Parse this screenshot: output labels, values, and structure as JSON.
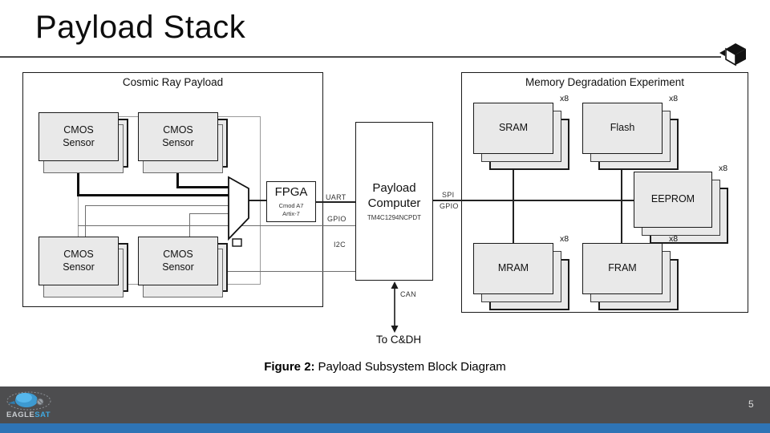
{
  "slide": {
    "title": "Payload Stack",
    "page_number": "5",
    "caption": {
      "prefix": "Figure 2:",
      "text": "Payload Subsystem Block Diagram"
    },
    "to_cdh": "To C&DH",
    "logo": {
      "name": "EAGLE",
      "accent": "SAT"
    }
  },
  "diagram": {
    "cosmic": {
      "title": "Cosmic Ray Payload",
      "sensors": [
        {
          "line1": "CMOS",
          "line2": "Sensor"
        },
        {
          "line1": "CMOS",
          "line2": "Sensor"
        },
        {
          "line1": "CMOS",
          "line2": "Sensor"
        },
        {
          "line1": "CMOS",
          "line2": "Sensor"
        }
      ],
      "fpga": {
        "name": "FPGA",
        "sub1": "Cmod A7",
        "sub2": "Artix-7"
      }
    },
    "computer": {
      "line1": "Payload",
      "line2": "Computer",
      "part": "TM4C1294NCPDT"
    },
    "memory": {
      "title": "Memory Degradation Experiment",
      "blocks": [
        {
          "label": "SRAM",
          "mult": "x8"
        },
        {
          "label": "Flash",
          "mult": "x8"
        },
        {
          "label": "EEPROM",
          "mult": "x8"
        },
        {
          "label": "MRAM",
          "mult": "x8"
        },
        {
          "label": "FRAM",
          "mult": "x8"
        }
      ]
    },
    "buses": {
      "uart": "UART",
      "gpio_left": "GPIO",
      "i2c": "I2C",
      "spi": "SPI",
      "gpio_right": "GPIO",
      "can": "CAN"
    }
  },
  "colors": {
    "accent_blue": "#2e74b5",
    "footer_gray": "#4d4d4f",
    "block_fill": "#e9e9e9",
    "logo_blue": "#3fa8e0",
    "wire_black": "#222222"
  }
}
